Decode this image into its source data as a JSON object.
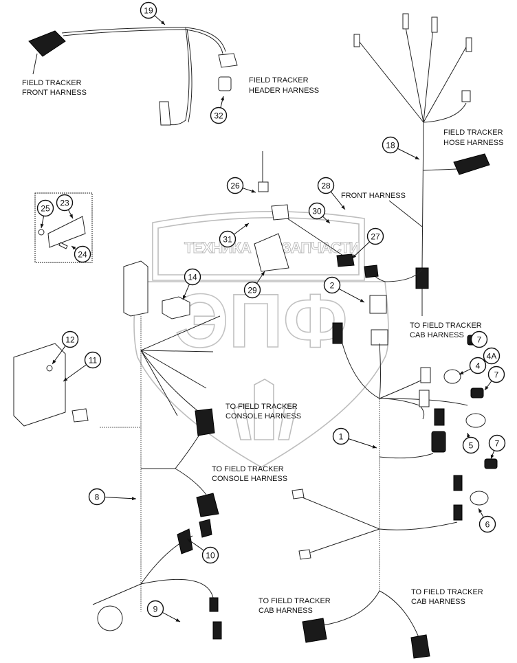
{
  "diagram": {
    "title": "Field Tracker wiring harness exploded view",
    "watermark": {
      "top_left": "ТЕХНИКА",
      "top_right": "ЗАПЧАСТИ",
      "letters": "ЭПФ"
    },
    "labels": [
      {
        "id": "front-harness-field-tracker",
        "lines": [
          "FIELD TRACKER",
          "FRONT HARNESS"
        ]
      },
      {
        "id": "header-harness",
        "lines": [
          "FIELD TRACKER",
          "HEADER HARNESS"
        ]
      },
      {
        "id": "hose-harness",
        "lines": [
          "FIELD TRACKER",
          "HOSE HARNESS"
        ]
      },
      {
        "id": "front-harness",
        "lines": [
          "FRONT HARNESS"
        ]
      },
      {
        "id": "cab-harness-upper",
        "lines": [
          "TO FIELD TRACKER",
          "CAB HARNESS"
        ]
      },
      {
        "id": "console-harness-upper",
        "lines": [
          "TO FIELD TRACKER",
          "CONSOLE HARNESS"
        ]
      },
      {
        "id": "console-harness-lower",
        "lines": [
          "TO FIELD TRACKER",
          "CONSOLE HARNESS"
        ]
      },
      {
        "id": "cab-harness-lower-left",
        "lines": [
          "TO FIELD TRACKER",
          "CAB HARNESS"
        ]
      },
      {
        "id": "cab-harness-lower-right",
        "lines": [
          "TO FIELD TRACKER",
          "CAB HARNESS"
        ]
      }
    ],
    "callouts": [
      "19",
      "32",
      "18",
      "26",
      "28",
      "25",
      "23",
      "24",
      "30",
      "31",
      "27",
      "14",
      "29",
      "2",
      "12",
      "11",
      "7",
      "4A",
      "4",
      "7",
      "1",
      "5",
      "7",
      "8",
      "6",
      "10",
      "9"
    ]
  }
}
